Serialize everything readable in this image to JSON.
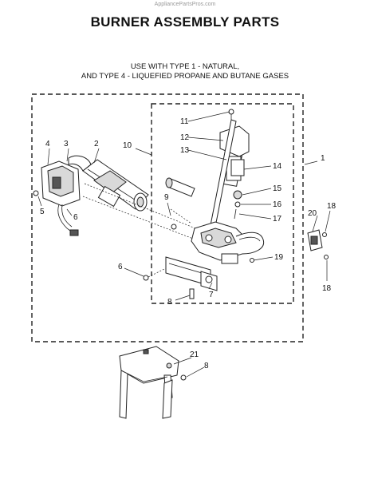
{
  "watermark": "AppliancePartsPros.com",
  "title": "BURNER ASSEMBLY PARTS",
  "subtitle_line1": "USE WITH TYPE 1 - NATURAL,",
  "subtitle_line2": "AND TYPE 4 - LIQUEFIED PROPANE AND BUTANE GASES",
  "callouts": {
    "c1": "1",
    "c2": "2",
    "c3": "3",
    "c4": "4",
    "c5": "5",
    "c6a": "6",
    "c6b": "6",
    "c7": "7",
    "c8a": "8",
    "c8b": "8",
    "c9": "9",
    "c10": "10",
    "c11": "11",
    "c12": "12",
    "c13": "13",
    "c14": "14",
    "c15": "15",
    "c16": "16",
    "c17": "17",
    "c18a": "18",
    "c18b": "18",
    "c19": "19",
    "c20": "20",
    "c21": "21"
  }
}
